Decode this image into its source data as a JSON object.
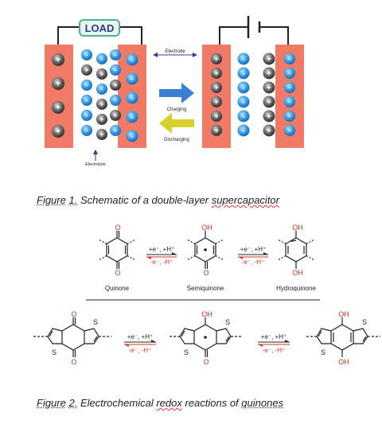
{
  "figure1": {
    "load_label": "LOAD",
    "electrode_label": "Electrode",
    "charging_label": "Charging",
    "discharging_label": "Discharging",
    "electrolyte_label": "Electrolyte",
    "caption": {
      "prefix": "Figure",
      "number": "1.",
      "text_a": "Schematic of a double-layer ",
      "word_marked": "supercapacitor"
    },
    "colors": {
      "electrode": "#f07a65",
      "anion": "#3aa0ea",
      "cation": "#555555",
      "charging_arrow": "#3b7fd0",
      "discharging_arrow": "#d8d12a"
    },
    "left_electrode_left_signs": [
      "+",
      "+",
      "+",
      "+"
    ],
    "left_electrode_right_signs": [
      "-",
      "-",
      "-",
      "-",
      "-"
    ],
    "left_electrolyte_ions": [
      "-",
      "-",
      "-",
      "+",
      "+",
      "-",
      "-",
      "-",
      "+",
      "-",
      "+",
      "-",
      "-",
      "+",
      "+",
      "-",
      "+",
      "-"
    ],
    "right_electrode_left_signs": [
      "+",
      "+",
      "+",
      "+",
      "+",
      "+"
    ],
    "right_electrode_anions": [
      "-",
      "-",
      "-",
      "-",
      "-",
      "-"
    ],
    "right_electrode_cations": [
      "+",
      "+",
      "+",
      "+",
      "+",
      "+"
    ],
    "right_electrode_right_signs": [
      "-",
      "-",
      "-",
      "-",
      "-",
      "-"
    ]
  },
  "figure2": {
    "row1": {
      "quinone": "Quinone",
      "semiquinone": "Semiquinone",
      "hydroquinone": "Hydroquinone",
      "forward": "+e⁻, +H⁺",
      "backward": "-e⁻, -H⁺"
    },
    "row2": {
      "forward": "+e⁻, +H⁺",
      "backward": "-e⁻, -H⁺"
    },
    "atoms": {
      "O": "O",
      "OH": "OH",
      "S": "S"
    },
    "caption": {
      "prefix": "Figure",
      "number": "2.",
      "text_a": "Electrochemical ",
      "word_marked": "redox",
      "text_b": " reactions of ",
      "word_underlined": "quinones"
    }
  }
}
